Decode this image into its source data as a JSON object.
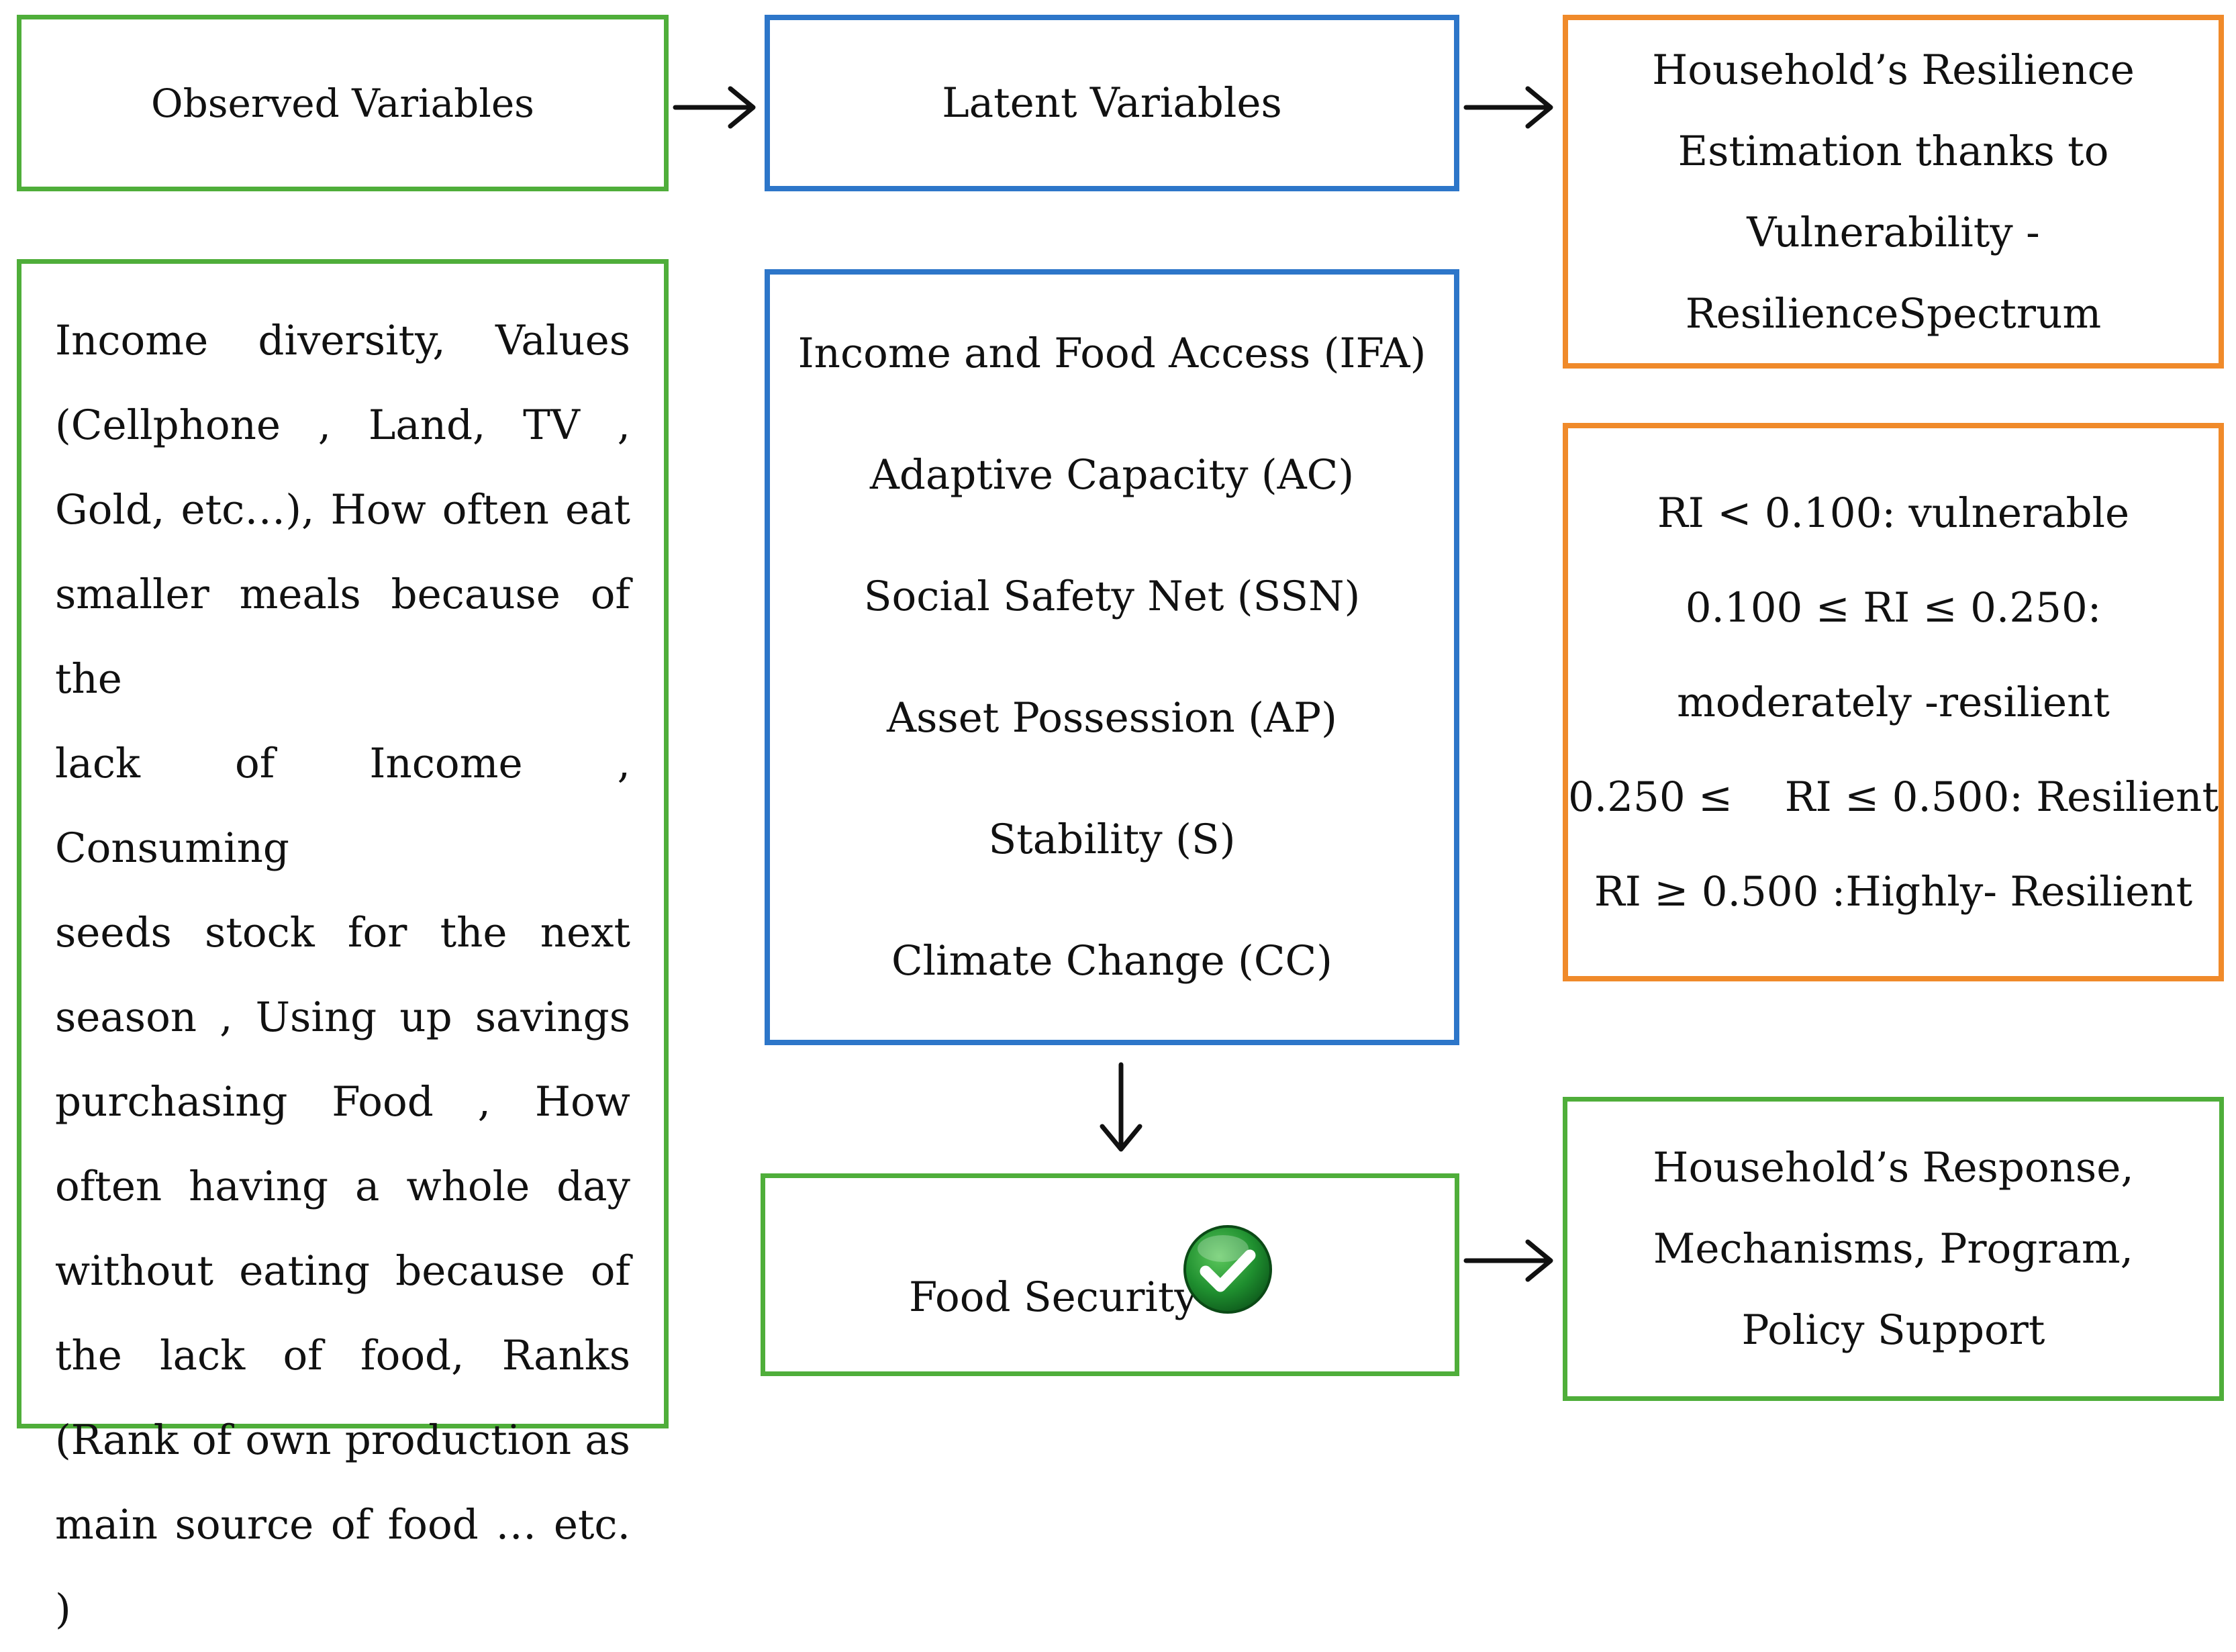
{
  "observed": {
    "title": "Observed Variables",
    "text_lines": [
      "Income diversity, Values",
      "(Cellphone , Land, TV ,",
      "Gold, etc…), How often eat",
      "smaller meals because of the",
      "lack of Income , Consuming",
      "seeds stock for the next",
      "season , Using up savings",
      "purchasing Food , How",
      "often having a whole day",
      "without eating because of",
      "the lack of food, Ranks",
      "(Rank of own production as",
      "main source of food … etc. )"
    ]
  },
  "latent": {
    "title": "Latent Variables",
    "items": [
      "Income and Food Access (IFA)",
      "Adaptive Capacity (AC)",
      "Social Safety Net (SSN)",
      "Asset Possession (AP)",
      "Stability (S)",
      "Climate Change (CC)"
    ]
  },
  "resilience": {
    "lines": [
      "Household’s Resilience",
      "Estimation thanks to",
      "Vulnerability -",
      "ResilienceSpectrum"
    ]
  },
  "thresholds": {
    "lines": [
      "RI < 0.100: vulnerable",
      "0.100 ≤ RI ≤ 0.250:",
      "moderately -resilient",
      "0.250 ≤    RI ≤ 0.500: Resilient",
      "RI ≥ 0.500 :Highly- Resilient"
    ]
  },
  "food_security": {
    "label": "Food Security",
    "icon": "check-icon"
  },
  "response": {
    "lines": [
      "Household’s Response,",
      "Mechanisms, Program,",
      "Policy Support"
    ]
  },
  "colors": {
    "green": "#4fae3a",
    "blue": "#2d76c9",
    "orange": "#f08a2a"
  }
}
